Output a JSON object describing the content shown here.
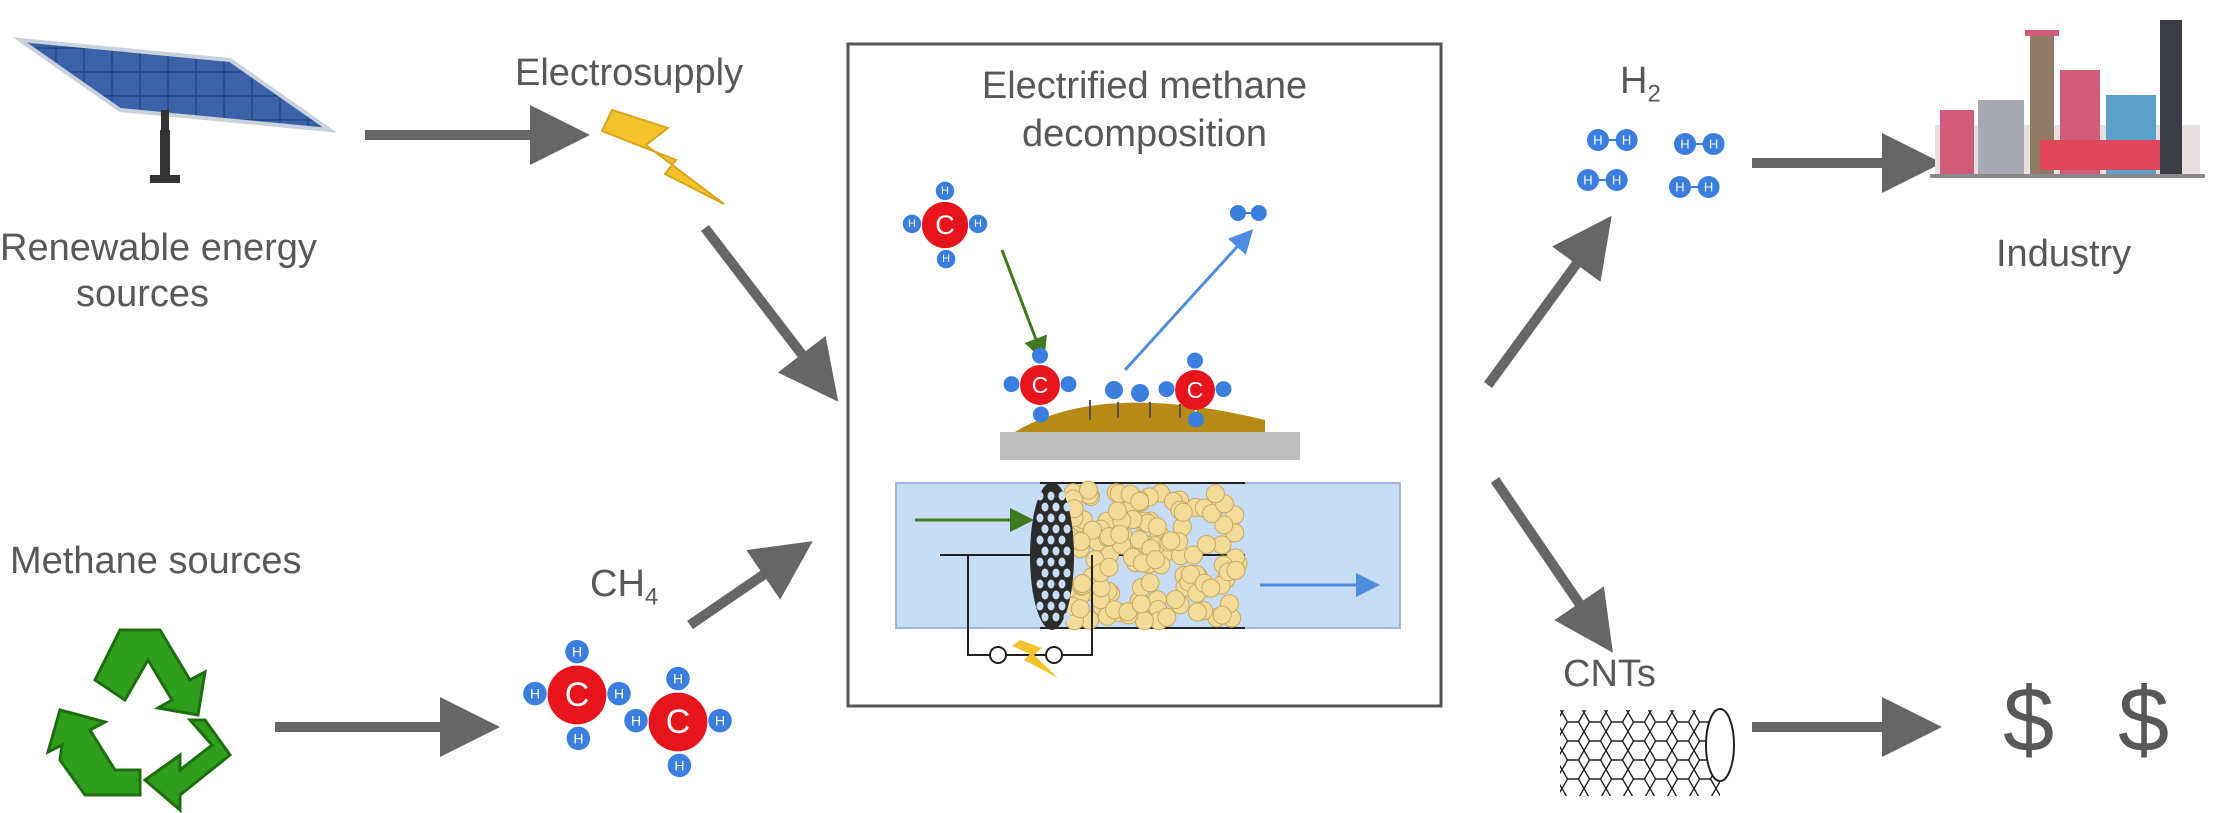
{
  "labels": {
    "renewable_line1": "Renewable energy",
    "renewable_line2": "sources",
    "electrosupply": "Electrosupply",
    "methane_sources": "Methane sources",
    "ch4_main": "CH",
    "ch4_sub": "4",
    "box_title_line1": "Electrified methane",
    "box_title_line2": "decomposition",
    "h2_main": "H",
    "h2_sub": "2",
    "industry": "Industry",
    "cnts": "CNTs",
    "dollar1": "$",
    "dollar2": "$"
  },
  "atoms": {
    "carbon": "C",
    "hydrogen": "H"
  },
  "colors": {
    "arrow_gray": "#666666",
    "carbon_red": "#e8141c",
    "hydrogen_blue": "#3a7fe0",
    "green_arrow": "#3f7a1f",
    "blue_arrow": "#4f8de0",
    "catalyst_brown": "#b68a14",
    "reactor_blue": "#c7dcf5",
    "pellet_yellow": "#f3dc9a",
    "bolt_yellow": "#f4c22a",
    "recycle_green": "#2f9e1c",
    "box_border": "#555555"
  }
}
